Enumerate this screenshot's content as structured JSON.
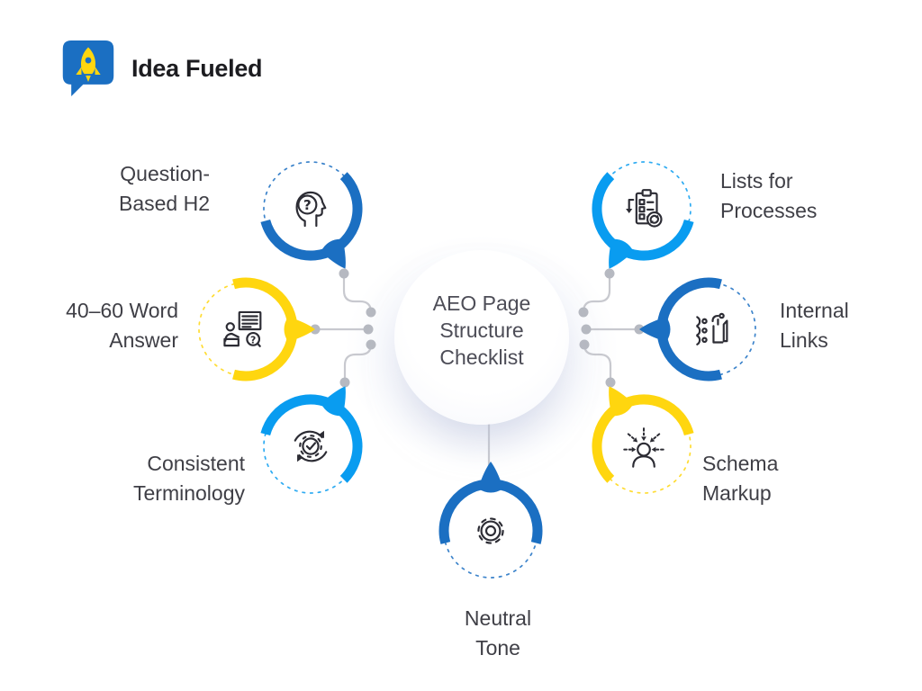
{
  "brand": {
    "name": "Idea Fueled",
    "logo_icon": "rocket-speech-bubble-icon"
  },
  "center": {
    "title_lines": [
      "AEO Page",
      "Structure",
      "Checklist"
    ]
  },
  "icons": {
    "question_glyph": "?"
  },
  "colors": {
    "dark_blue": "#1B6FC2",
    "light_blue": "#099CF0",
    "yellow": "#FFD60F",
    "text": "#3F3F46",
    "connector": "#C8C9CF",
    "dot": "#B6B9C1",
    "brand_blue": "#1B6FC2",
    "brand_yellow": "#FFD60F"
  },
  "nodes": [
    {
      "id": "question-based-h2",
      "label_lines": [
        "Question-",
        "Based H2"
      ],
      "icon": "head-question-icon",
      "accent": "dark_blue"
    },
    {
      "id": "40-60-word-answer",
      "label_lines": [
        "40–60 Word",
        "Answer"
      ],
      "icon": "person-document-question-icon",
      "accent": "yellow"
    },
    {
      "id": "consistent-terminology",
      "label_lines": [
        "Consistent",
        "Terminology"
      ],
      "icon": "gear-check-cycle-icon",
      "accent": "light_blue"
    },
    {
      "id": "lists-for-processes",
      "label_lines": [
        "Lists for",
        "Processes"
      ],
      "icon": "clipboard-process-icon",
      "accent": "light_blue"
    },
    {
      "id": "internal-links",
      "label_lines": [
        "Internal",
        "Links"
      ],
      "icon": "anchor-list-icon",
      "accent": "dark_blue"
    },
    {
      "id": "schema-markup",
      "label_lines": [
        "Schema",
        "Markup"
      ],
      "icon": "person-focus-arrows-icon",
      "accent": "yellow"
    },
    {
      "id": "neutral-tone",
      "label_lines": [
        "Neutral",
        "Tone"
      ],
      "icon": "gear-icon",
      "accent": "dark_blue"
    }
  ]
}
